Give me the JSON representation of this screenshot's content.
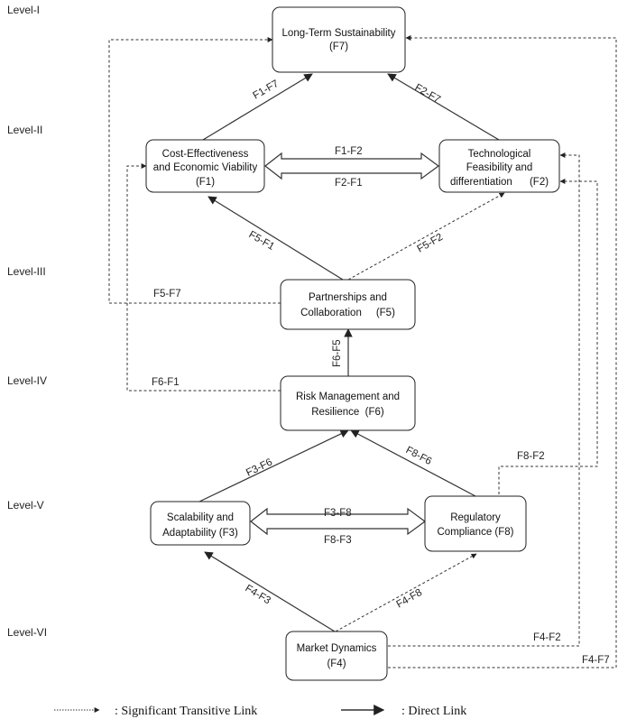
{
  "levels": [
    "Level-I",
    "Level-II",
    "Level-III",
    "Level-IV",
    "Level-V",
    "Level-VI"
  ],
  "nodes": {
    "f7": [
      "Long-Term Sustainability",
      "(F7)"
    ],
    "f1": [
      "Cost-Effectiveness",
      "and Economic Viability",
      "(F1)"
    ],
    "f2": [
      "Technological",
      "Feasibility and",
      "differentiation      (F2)"
    ],
    "f5": [
      "Partnerships and",
      "Collaboration     (F5)"
    ],
    "f6": [
      "Risk Management and",
      "Resilience  (F6)"
    ],
    "f3": [
      "Scalability and",
      "Adaptability (F3)"
    ],
    "f8": [
      "Regulatory",
      "Compliance (F8)"
    ],
    "f4": [
      "Market Dynamics",
      "(F4)"
    ]
  },
  "edge_labels": {
    "f1_f7": "F1-F7",
    "f2_f7": "F2-F7",
    "f1_f2": "F1-F2",
    "f2_f1": "F2-F1",
    "f5_f1": "F5-F1",
    "f5_f2": "F5-F2",
    "f5_f7": "F5-F7",
    "f6_f5": "F6-F5",
    "f6_f1": "F6-F1",
    "f3_f6": "F3-F6",
    "f8_f6": "F8-F6",
    "f8_f2": "F8-F2",
    "f3_f8": "F3-F8",
    "f8_f3": "F8-F3",
    "f4_f3": "F4-F3",
    "f4_f8": "F4-F8",
    "f4_f2": "F4-F2",
    "f4_f7": "F4-F7"
  },
  "legend": {
    "transitive": ": Significant Transitive Link",
    "direct": ": Direct Link"
  }
}
